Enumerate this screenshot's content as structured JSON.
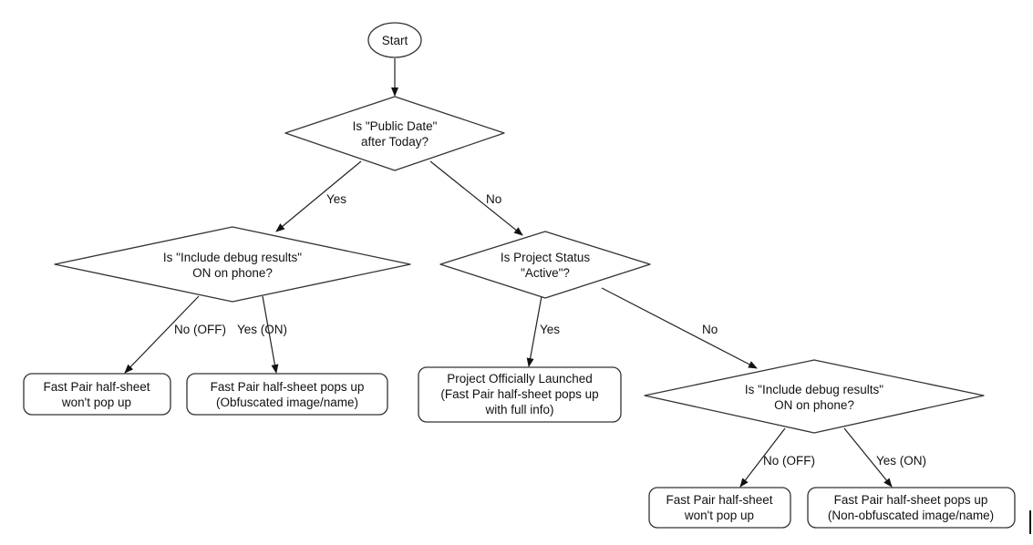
{
  "nodes": {
    "start": {
      "label": "Start"
    },
    "public_date": {
      "line1": "Is \"Public Date\"",
      "line2": "after Today?"
    },
    "debug_left": {
      "line1": "Is \"Include debug results\"",
      "line2": "ON on phone?"
    },
    "project_status": {
      "line1": "Is Project Status",
      "line2": "\"Active\"?"
    },
    "no_popup_left": {
      "line1": "Fast Pair half-sheet",
      "line2": "won't pop up"
    },
    "popup_obfuscated": {
      "line1": "Fast Pair half-sheet pops up",
      "line2": "(Obfuscated image/name)"
    },
    "launched": {
      "line1": "Project Officially Launched",
      "line2": "(Fast Pair half-sheet pops up",
      "line3": "with full info)"
    },
    "debug_right": {
      "line1": "Is \"Include debug results\"",
      "line2": "ON on phone?"
    },
    "no_popup_right": {
      "line1": "Fast Pair half-sheet",
      "line2": "won't pop up"
    },
    "popup_non_obfuscated": {
      "line1": "Fast Pair half-sheet pops up",
      "line2": "(Non-obfuscated image/name)"
    }
  },
  "edges": {
    "public_yes": "Yes",
    "public_no": "No",
    "debug_left_no": "No (OFF)",
    "debug_left_yes": "Yes (ON)",
    "status_yes": "Yes",
    "status_no": "No",
    "debug_right_no": "No (OFF)",
    "debug_right_yes": "Yes (ON)"
  }
}
